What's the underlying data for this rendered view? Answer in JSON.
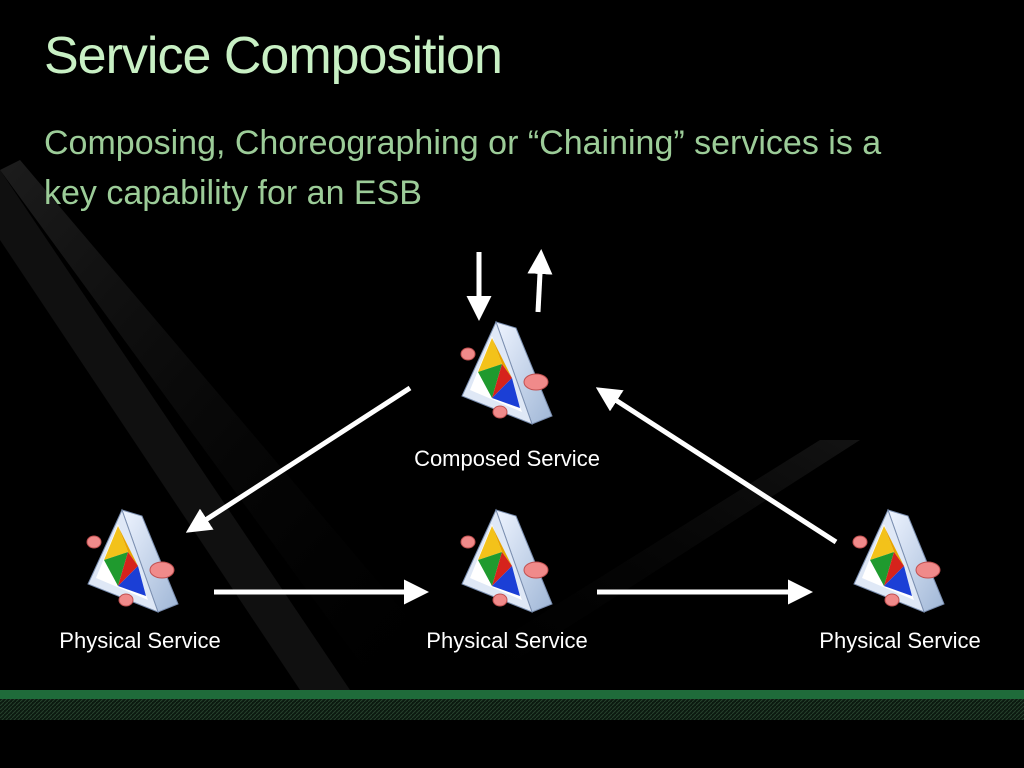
{
  "slide": {
    "title": "Service Composition",
    "subtitle": "Composing, Choreographing or “Chaining” services is a key capability for an ESB"
  },
  "diagram": {
    "nodes": [
      {
        "id": "composed",
        "label": "Composed Service",
        "icon": "service-cube-icon"
      },
      {
        "id": "physical-1",
        "label": "Physical Service",
        "icon": "service-cube-icon"
      },
      {
        "id": "physical-2",
        "label": "Physical Service",
        "icon": "service-cube-icon"
      },
      {
        "id": "physical-3",
        "label": "Physical Service",
        "icon": "service-cube-icon"
      }
    ],
    "edges": [
      {
        "from": "external",
        "to": "composed"
      },
      {
        "from": "composed",
        "to": "external"
      },
      {
        "from": "composed",
        "to": "physical-1"
      },
      {
        "from": "physical-1",
        "to": "physical-2"
      },
      {
        "from": "physical-2",
        "to": "physical-3"
      },
      {
        "from": "physical-3",
        "to": "composed"
      }
    ]
  },
  "colors": {
    "background": "#000000",
    "title": "#c8f0c4",
    "subtitle": "#9ccc98",
    "label": "#ffffff",
    "arrow": "#ffffff",
    "footer_band": "#1f6b3a"
  }
}
